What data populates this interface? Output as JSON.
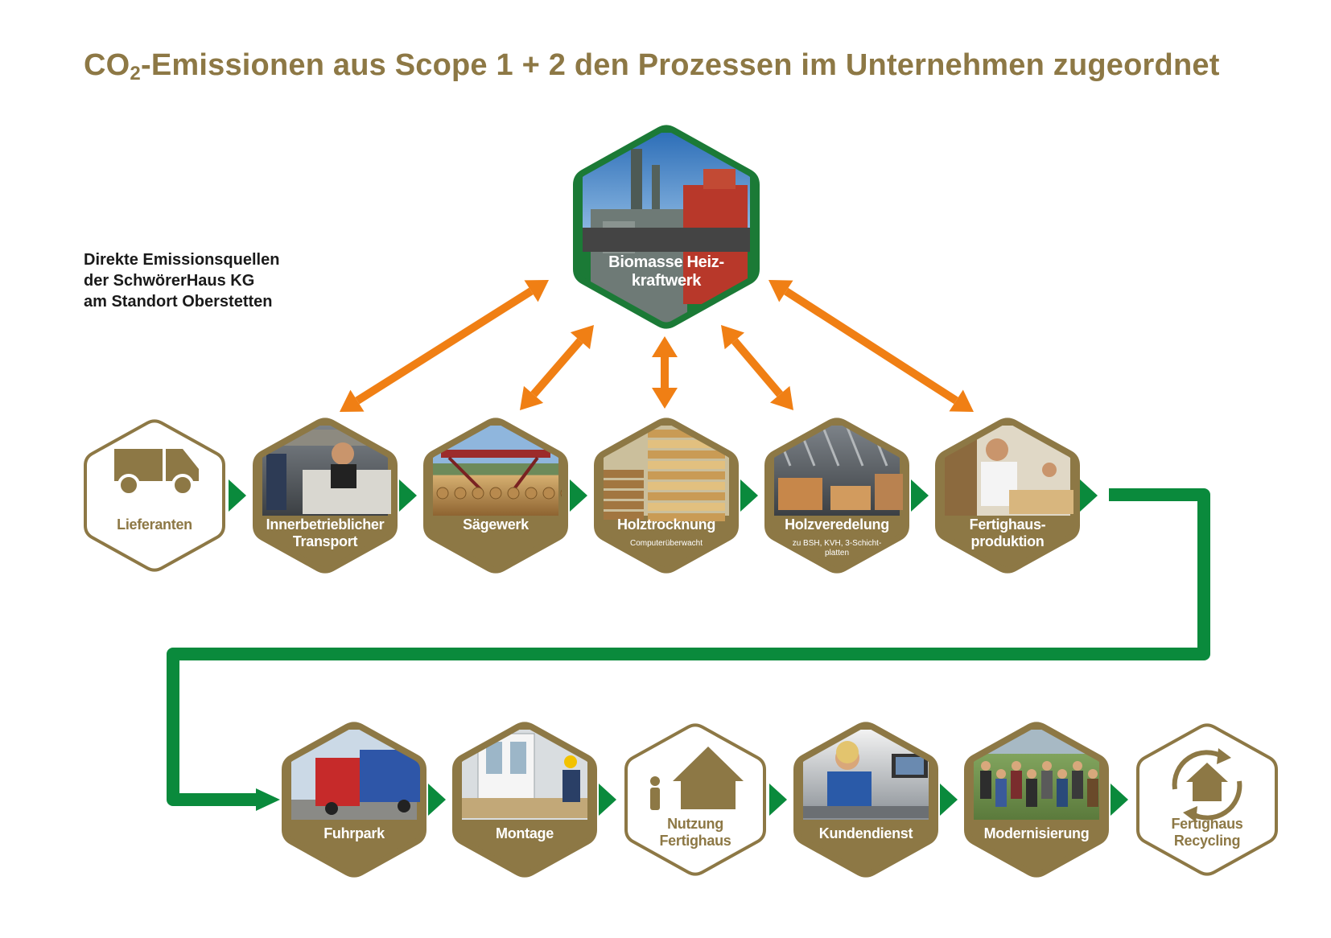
{
  "title": {
    "main": "CO",
    "sub": "2",
    "rest": "-Emissionen aus Scope 1 + 2 den Prozessen im Unternehmen zugeordnet"
  },
  "subtitle": {
    "lines": [
      "Direkte Emissionsquellen",
      "der SchwörerHaus KG",
      "am Standort Oberstetten"
    ]
  },
  "colors": {
    "gold": "#8d7845",
    "green": "#0a8a3c",
    "dark_green": "#1b7a36",
    "orange": "#f07f14"
  },
  "center_node": {
    "label_line1": "Biomasse Heiz-",
    "label_line2": "kraftwerk",
    "icon": "power-plant-photo"
  },
  "row1": [
    {
      "id": "lieferanten",
      "line1": "Lieferanten",
      "line2": "",
      "sub1": "",
      "sub2": "",
      "icon": "truck-icon",
      "style": "outline"
    },
    {
      "id": "innerbetrieblicher-transport",
      "line1": "Innerbetrieblicher",
      "line2": "Transport",
      "sub1": "",
      "sub2": "",
      "icon": "forklift-photo",
      "style": "photo"
    },
    {
      "id": "saegewerk",
      "line1": "Sägewerk",
      "line2": "",
      "sub1": "",
      "sub2": "",
      "icon": "sawmill-photo",
      "style": "photo"
    },
    {
      "id": "holztrocknung",
      "line1": "Holztrocknung",
      "line2": "",
      "sub1": "Computerüberwacht",
      "sub2": "",
      "icon": "lumber-stack-photo",
      "style": "photo"
    },
    {
      "id": "holzveredelung",
      "line1": "Holzveredelung",
      "line2": "",
      "sub1": "zu BSH, KVH, 3-Schicht-",
      "sub2": "platten",
      "icon": "wood-factory-photo",
      "style": "photo"
    },
    {
      "id": "fertighausproduktion",
      "line1": "Fertighaus-",
      "line2": "produktion",
      "sub1": "",
      "sub2": "",
      "icon": "workers-photo",
      "style": "photo"
    }
  ],
  "row2": [
    {
      "id": "fuhrpark",
      "line1": "Fuhrpark",
      "line2": "",
      "icon": "truck-photo",
      "style": "photo"
    },
    {
      "id": "montage",
      "line1": "Montage",
      "line2": "",
      "icon": "assembly-photo",
      "style": "photo"
    },
    {
      "id": "nutzung-fertighaus",
      "line1": "Nutzung",
      "line2": "Fertighaus",
      "icon": "house-person-icon",
      "style": "outline"
    },
    {
      "id": "kundendienst",
      "line1": "Kundendienst",
      "line2": "",
      "icon": "call-center-photo",
      "style": "photo"
    },
    {
      "id": "modernisierung",
      "line1": "Modernisierung",
      "line2": "",
      "icon": "team-photo",
      "style": "photo"
    },
    {
      "id": "fertighaus-recycling",
      "line1": "Fertighaus",
      "line2": "Recycling",
      "icon": "house-recycle-icon",
      "style": "outline"
    }
  ]
}
